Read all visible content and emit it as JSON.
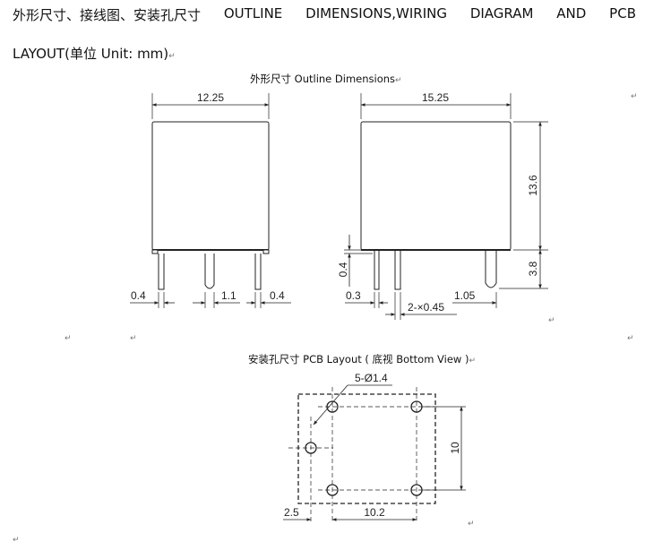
{
  "heading": {
    "line1_cn": "外形尺寸、接线图、安装孔尺寸",
    "line1_words": [
      "OUTLINE",
      "DIMENSIONS,WIRING",
      "DIAGRAM",
      "AND",
      "PCB"
    ],
    "line2": "LAYOUT(单位 Unit: mm)"
  },
  "outline": {
    "caption": "外形尺寸 Outline Dimensions",
    "side_width": "12.25",
    "front_width": "15.25",
    "height": "13.6",
    "pin_length": "3.8",
    "pin_offset_vertical": "0.4",
    "side_pin_thickness_left": "0.4",
    "side_pin_gap": "1.1",
    "side_pin_thickness_right": "0.4",
    "front_pin_width": "0.3",
    "front_pin_spacing": "2-×0.45",
    "front_pin_right": "1.05"
  },
  "pcb": {
    "caption": "安装孔尺寸 PCB Layout ( 底视 Bottom View )",
    "holes": "5-Ø1.4",
    "row_spacing": "10",
    "edge_offset": "2.5",
    "col_spacing": "10.2"
  },
  "paragraph_mark": "↵"
}
